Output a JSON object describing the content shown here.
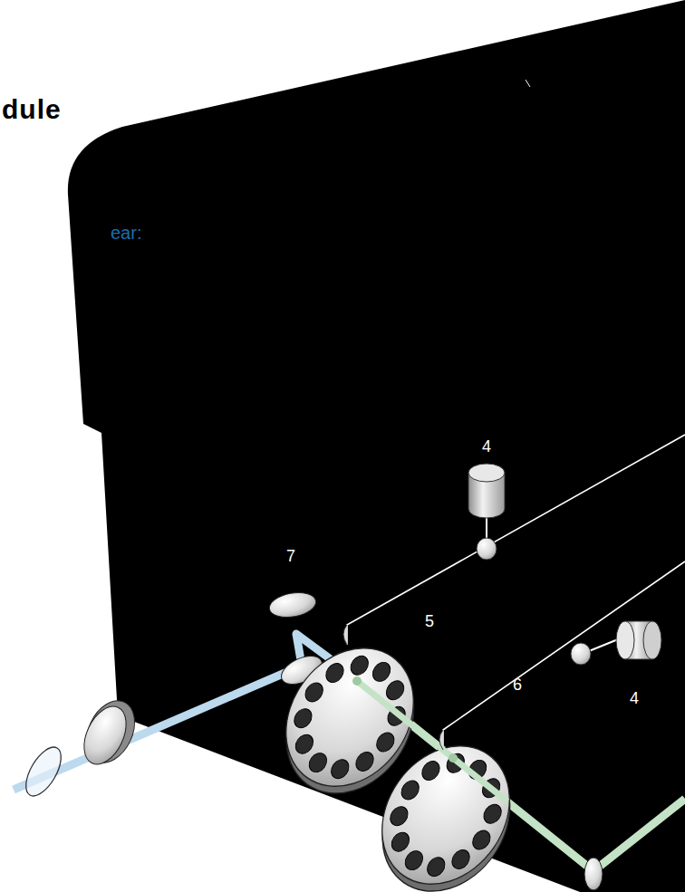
{
  "diagram": {
    "title": "dule",
    "labels": [
      "ear:",
      "4",
      "7",
      "5",
      "4",
      "6"
    ]
  }
}
